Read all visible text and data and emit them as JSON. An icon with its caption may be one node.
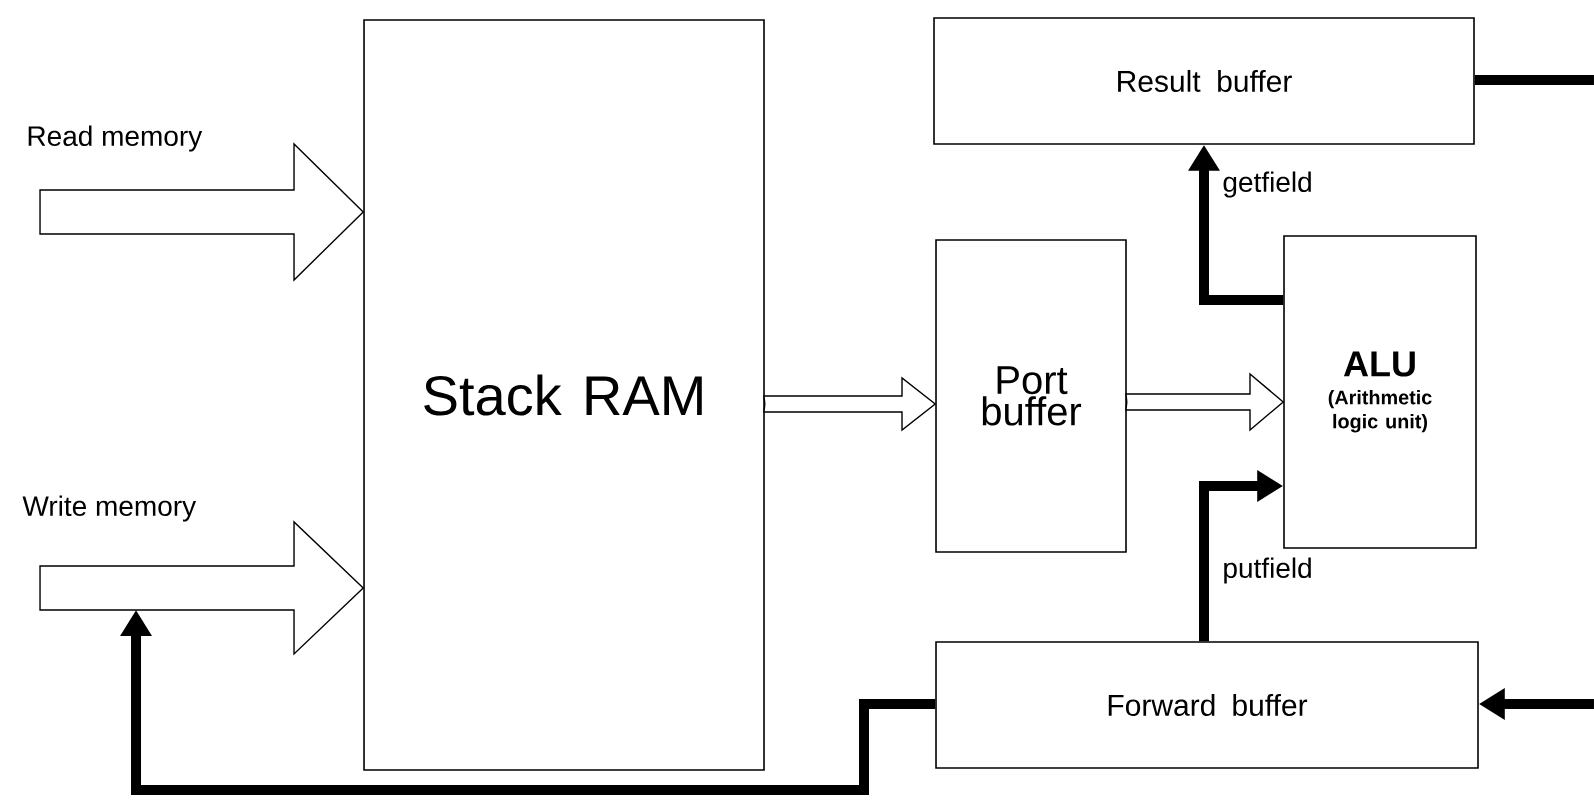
{
  "diagram": {
    "nodes": [
      {
        "text": [
          "Stack RAM"
        ]
      },
      {
        "text": [
          "Result buffer"
        ]
      },
      {
        "text": [
          "Port buffer"
        ]
      },
      {
        "text": [
          "ALU",
          "(Arithmetic logic unit)"
        ]
      },
      {
        "text": [
          "Forward buffer"
        ]
      }
    ],
    "edges": [
      {
        "from": null,
        "to": 0,
        "arrow": "to",
        "label": "Read memory"
      },
      {
        "from": null,
        "to": 0,
        "arrow": "to",
        "label": "Write memory"
      },
      {
        "from": 0,
        "to": 2,
        "arrow": "to"
      },
      {
        "from": 2,
        "to": 3,
        "arrow": "to"
      },
      {
        "from": 3,
        "to": 1,
        "arrow": "to",
        "label": "getfield"
      },
      {
        "from": 4,
        "to": 3,
        "arrow": "to",
        "label": "putfield"
      },
      {
        "from": 4,
        "to": null,
        "arrow": "to"
      },
      {
        "from": 1,
        "to": null,
        "arrow": "none"
      },
      {
        "from": null,
        "to": 4,
        "arrow": "to"
      }
    ]
  }
}
